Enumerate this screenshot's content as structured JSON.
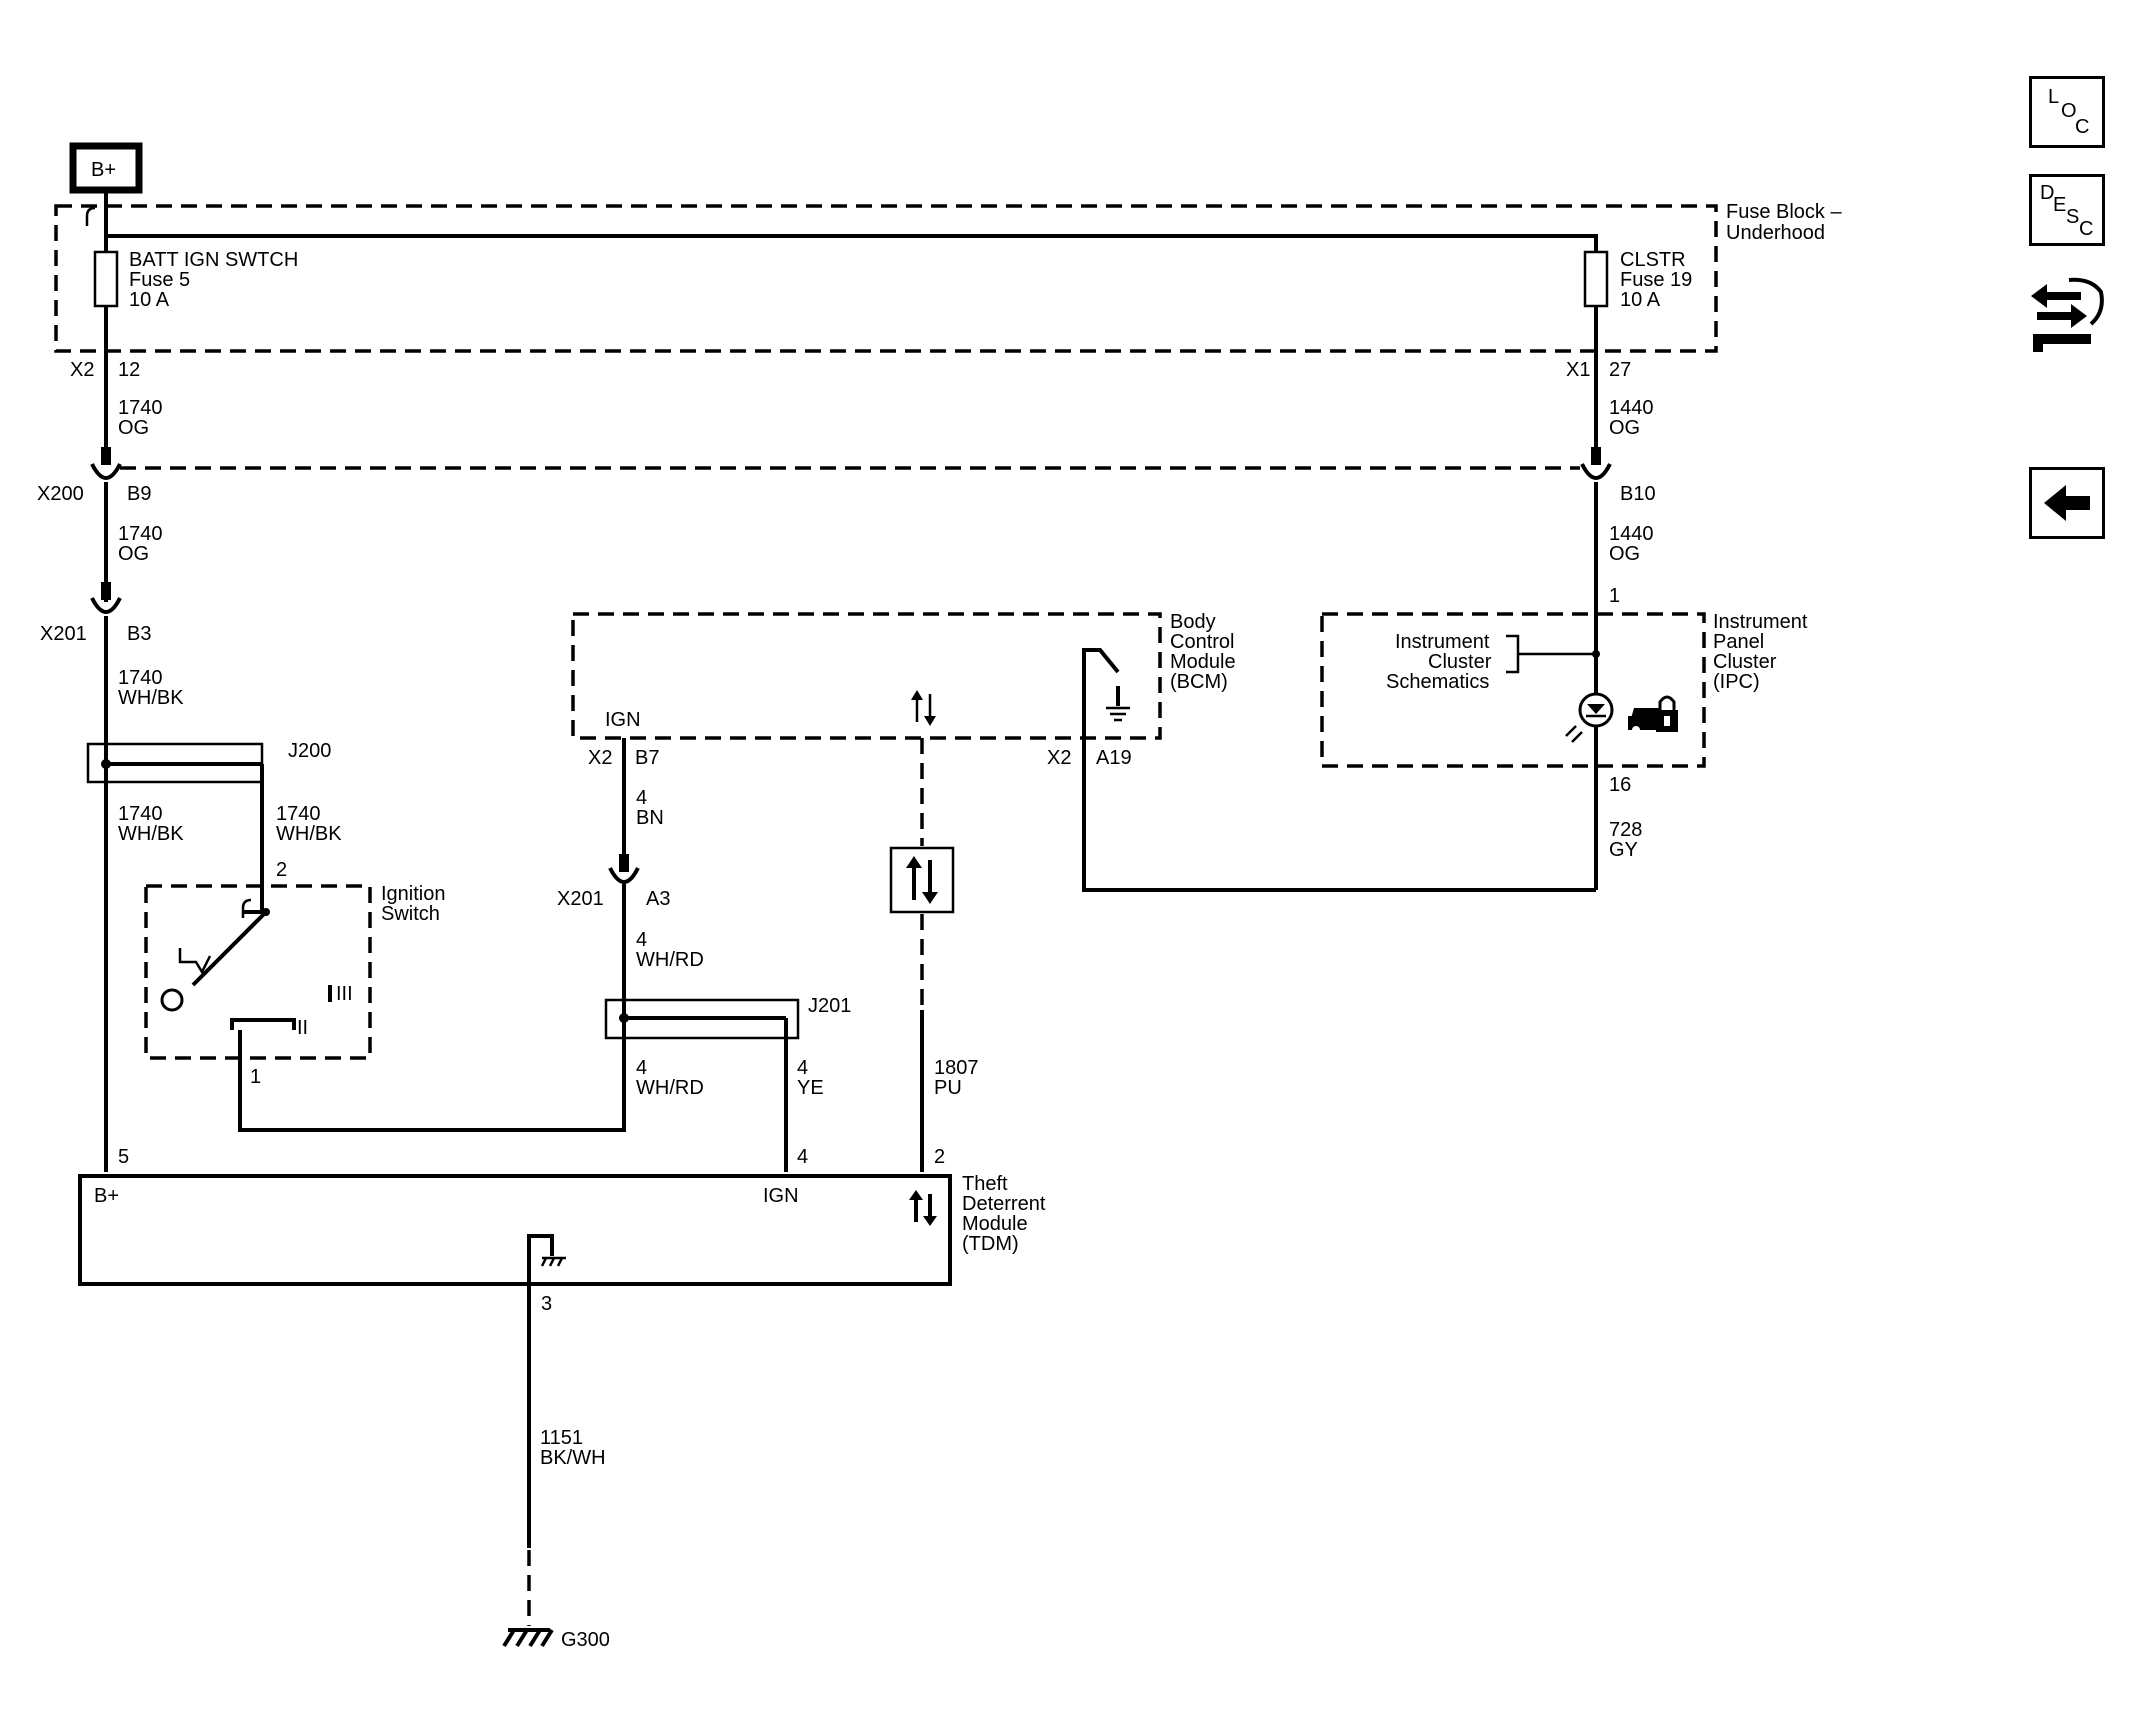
{
  "power": {
    "source_label": "B+"
  },
  "fuse_block": {
    "name_line1": "Fuse Block –",
    "name_line2": "Underhood",
    "fuse5": {
      "name": "BATT IGN SWTCH",
      "number": "Fuse 5",
      "rating": "10 A",
      "connector": "X2",
      "pin": "12"
    },
    "fuse19": {
      "name": "CLSTR",
      "number": "Fuse 19",
      "rating": "10 A",
      "connector": "X1",
      "pin": "27"
    }
  },
  "wires": {
    "left_top": {
      "circuit": "1740",
      "color": "OG"
    },
    "left_mid": {
      "circuit": "1740",
      "color": "OG"
    },
    "left_low": {
      "circuit": "1740",
      "color": "WH/BK"
    },
    "j200_left": {
      "circuit": "1740",
      "color": "WH/BK"
    },
    "j200_right": {
      "circuit": "1740",
      "color": "WH/BK"
    },
    "right_top": {
      "circuit": "1440",
      "color": "OG"
    },
    "right_mid": {
      "circuit": "1440",
      "color": "OG"
    },
    "ipc_out": {
      "circuit": "728",
      "color": "GY"
    },
    "bcm_ign": {
      "circuit": "4",
      "color": "BN"
    },
    "x201_a3": {
      "circuit": "4",
      "color": "WH/RD"
    },
    "j201_left": {
      "circuit": "4",
      "color": "WH/RD"
    },
    "j201_right": {
      "circuit": "4",
      "color": "YE"
    },
    "serial": {
      "circuit": "1807",
      "color": "PU"
    },
    "ground": {
      "circuit": "1151",
      "color": "BK/WH"
    }
  },
  "connectors": {
    "x200": {
      "name": "X200",
      "left_pin": "B9",
      "right_pin": "B10"
    },
    "x201_b3": {
      "name": "X201",
      "pin": "B3"
    },
    "x201_a3": {
      "name": "X201",
      "pin": "A3"
    }
  },
  "splices": {
    "j200": "J200",
    "j201": "J201"
  },
  "ignition_switch": {
    "name_line1": "Ignition",
    "name_line2": "Switch",
    "pin_top": "2",
    "pin_bottom": "1",
    "pos_iii": "III",
    "pos_ii": "II"
  },
  "bcm": {
    "name_line1": "Body",
    "name_line2": "Control",
    "name_line3": "Module",
    "name_line4": "(BCM)",
    "ign_label": "IGN",
    "ign_connector": "X2",
    "ign_pin": "B7",
    "a19_connector": "X2",
    "a19_pin": "A19"
  },
  "ipc": {
    "name_line1": "Instrument",
    "name_line2": "Panel",
    "name_line3": "Cluster",
    "name_line4": "(IPC)",
    "ref_line1": "Instrument",
    "ref_line2": "Cluster",
    "ref_line3": "Schematics",
    "pin_top": "1",
    "pin_bottom": "16"
  },
  "tdm": {
    "name_line1": "Theft",
    "name_line2": "Deterrent",
    "name_line3": "Module",
    "name_line4": "(TDM)",
    "bplus_label": "B+",
    "ign_label": "IGN",
    "pin_bplus": "5",
    "pin_ign": "4",
    "pin_serial": "2",
    "pin_ground": "3"
  },
  "ground": {
    "name": "G300"
  },
  "nav": {
    "loc": [
      "L",
      "O",
      "C"
    ],
    "desc": [
      "D",
      "E",
      "S",
      "C"
    ],
    "icons": [
      "loc-button-icon",
      "desc-button-icon",
      "hand-arrows-icon",
      "back-arrow-icon"
    ]
  }
}
